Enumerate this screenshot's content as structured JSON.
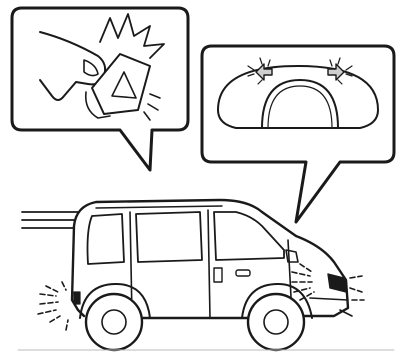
{
  "illustration": {
    "subjects": [
      "hazard-switch-press",
      "turn-signal-indicators",
      "van-flashing-hazards"
    ],
    "palette": {
      "line": "#1a1a1a",
      "fill": "#ffffff",
      "shade": "#cfcfcf"
    }
  }
}
